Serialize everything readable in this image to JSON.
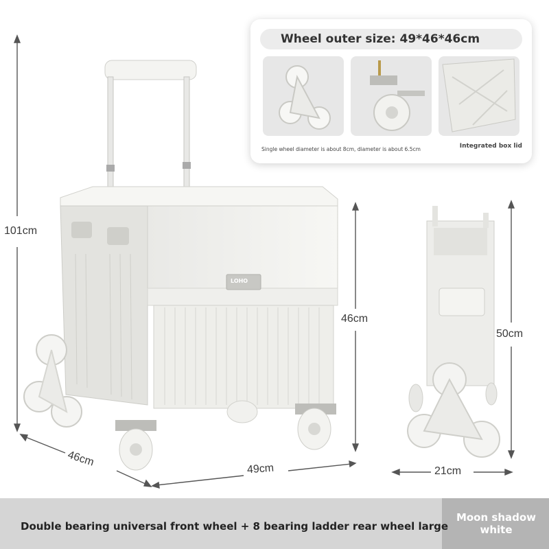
{
  "info_card": {
    "title": "Wheel outer size: 49*46*46cm",
    "caption_wheel": "Single wheel diameter is about 8cm, diameter is about 6.5cm",
    "caption_lid": "Integrated box lid"
  },
  "dimensions": {
    "total_height": "101cm",
    "depth": "46cm",
    "width": "49cm",
    "box_height": "46cm",
    "folded_height": "50cm",
    "folded_depth": "21cm"
  },
  "brand_logo": "LOHO",
  "banner": {
    "feature_text": "Double bearing universal front wheel + 8 bearing ladder rear wheel large",
    "color_name": "Moon shadow white"
  }
}
